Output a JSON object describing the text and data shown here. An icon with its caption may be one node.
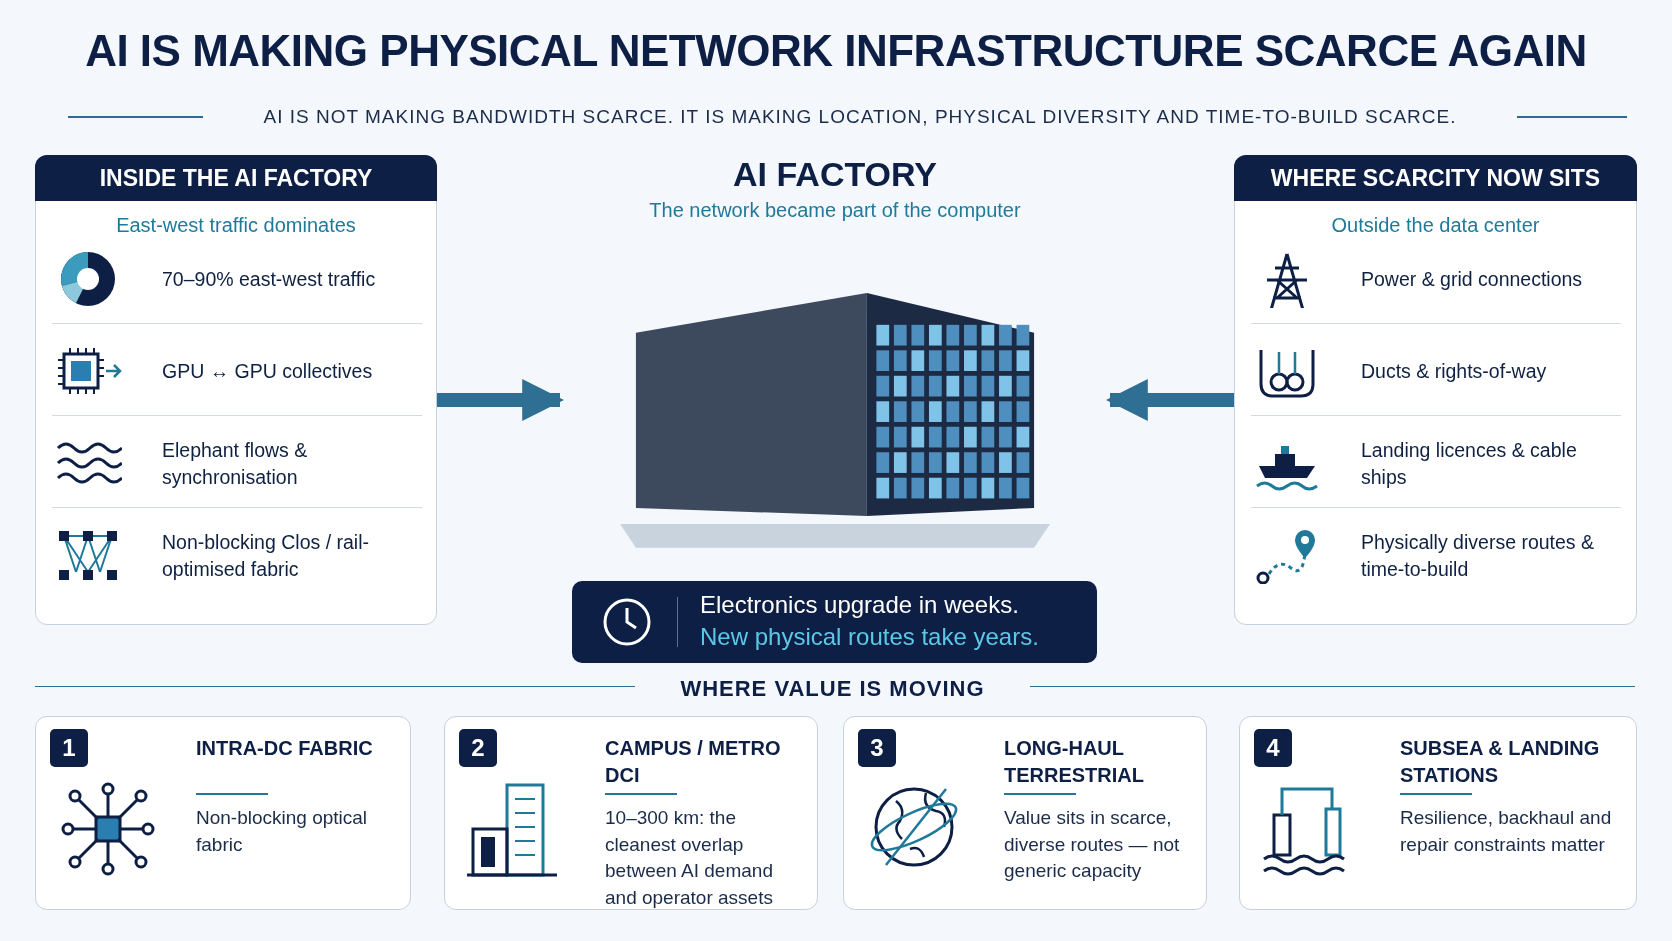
{
  "diagram": {
    "title": "AI IS MAKING PHYSICAL NETWORK INFRASTRUCTURE SCARCE AGAIN",
    "nodes": [
      {
        "text": [
          "INSIDE THE AI FACTORY",
          "East-west traffic dominates"
        ]
      },
      {
        "text": [
          "70–90% east-west traffic"
        ],
        "in": 0
      },
      {
        "text": [
          "GPU ↔ GPU collectives"
        ],
        "in": 0
      },
      {
        "text": [
          "Elephant flows & synchronisation"
        ],
        "in": 0
      },
      {
        "text": [
          "Non-blocking Clos / rail-optimised fabric"
        ],
        "in": 0
      },
      {
        "text": [
          "AI FACTORY",
          "The network became part of the computer"
        ]
      },
      {
        "text": [
          "Electronics upgrade in weeks.",
          "New physical routes take years."
        ]
      },
      {
        "text": [
          "WHERE SCARCITY NOW SITS",
          "Outside the data center"
        ]
      },
      {
        "text": [
          "Power & grid connections"
        ],
        "in": 7
      },
      {
        "text": [
          "Ducts & rights-of-way"
        ],
        "in": 7
      },
      {
        "text": [
          "Landing licences & cable ships"
        ],
        "in": 7
      },
      {
        "text": [
          "Physically diverse routes & time-to-build"
        ],
        "in": 7
      },
      {
        "text": [
          "1",
          "INTRA-DC FABRIC",
          "Non-blocking optical fabric"
        ]
      },
      {
        "text": [
          "2",
          "CAMPUS / METRO DCI",
          "10–300 km: the cleanest overlap between AI demand and operator assets"
        ]
      },
      {
        "text": [
          "3",
          "LONG-HAUL TERRESTRIAL",
          "Value sits in scarce, diverse routes — not generic capacity"
        ]
      },
      {
        "text": [
          "4",
          "SUBSEA & LANDING STATIONS",
          "Resilience, backhaul and repair constraints matter"
        ]
      }
    ],
    "edges": [
      {
        "from": 0,
        "to": 5,
        "arrow": "to"
      },
      {
        "from": 7,
        "to": 5,
        "arrow": "to"
      }
    ],
    "labels": [
      "AI IS NOT MAKING BANDWIDTH SCARCE. IT IS MAKING LOCATION, PHYSICAL DIVERSITY AND TIME-TO-BUILD SCARCE.",
      "WHERE VALUE IS MOVING"
    ]
  }
}
